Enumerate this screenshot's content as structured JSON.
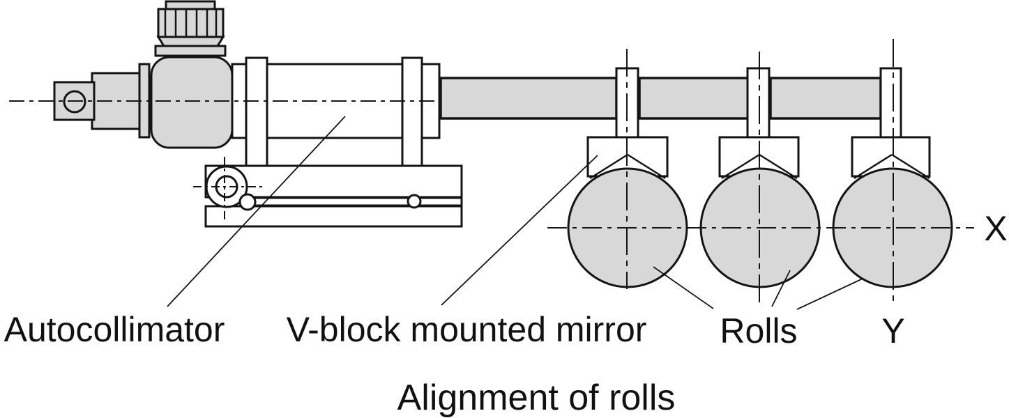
{
  "figure": {
    "caption": "Alignment of rolls",
    "labels": {
      "autocollimator": "Autocollimator",
      "v_block_mirror": "V-block mounted mirror",
      "rolls": "Rolls",
      "axis_x": "X",
      "axis_y": "Y"
    },
    "colors": {
      "part_fill": "#d8d8d8",
      "part_white": "#ffffff",
      "line": "#141414",
      "background": "#ffffff"
    }
  }
}
